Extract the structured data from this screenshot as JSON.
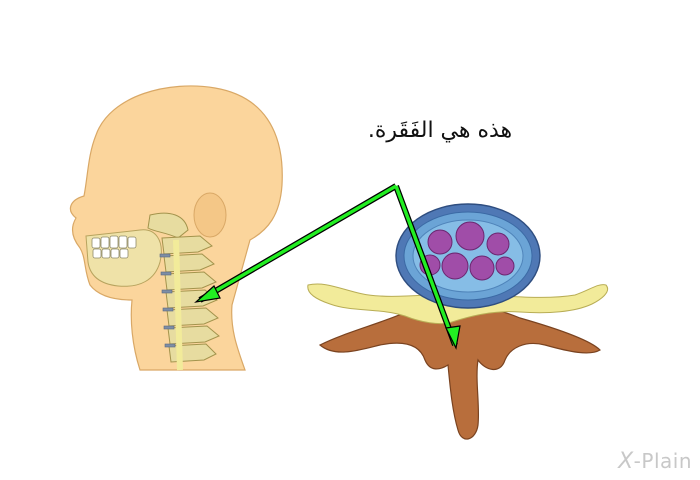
{
  "caption": "هذه هي الفَقَرة.",
  "logo": {
    "prefix": "X",
    "text": "-Plain"
  },
  "colors": {
    "arrow_fill": "#22ee22",
    "arrow_outline": "#000000",
    "skin": "#fbd59c",
    "bone": "#e7dca0",
    "nerve": "#f2eb9a",
    "disc": "#4f78b5",
    "disc_inner": "#6ba4d6",
    "nucleus": "#a04da8",
    "vertebra": "#b86e3c"
  },
  "icons": [
    "head-neck-illustration",
    "vertebra-cross-section-illustration",
    "pointer-arrow"
  ]
}
